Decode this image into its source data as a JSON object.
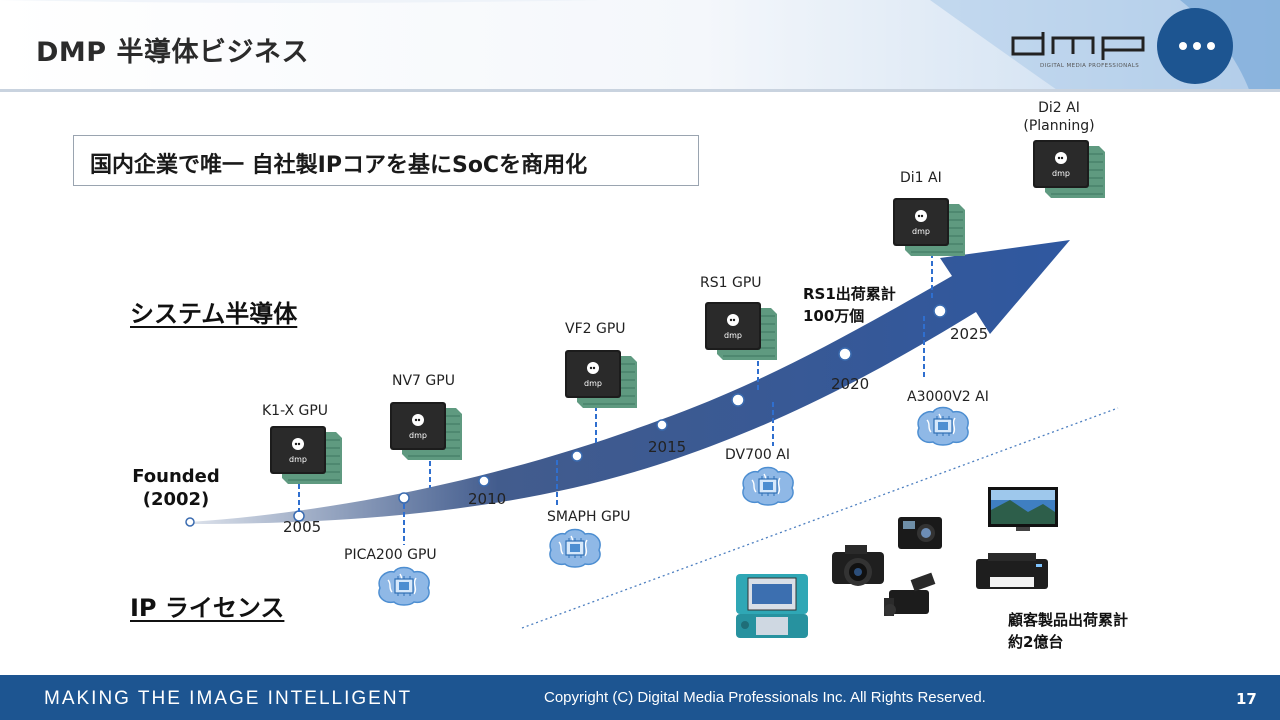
{
  "header": {
    "title": "DMP 半導体ビジネス",
    "logo_text": "DMP",
    "logo_subtitle": "DIGITAL MEDIA PROFESSIONALS"
  },
  "tagline": "国内企業で唯一 自社製IPコアを基にSoCを商用化",
  "sections": {
    "system_semiconductor": "システム半導体",
    "ip_license": "IP ライセンス"
  },
  "founded": {
    "line1": "Founded",
    "line2": "(2002)"
  },
  "years": [
    "2005",
    "2010",
    "2015",
    "2020",
    "2025"
  ],
  "chips": {
    "k1x": "K1-X GPU",
    "nv7": "NV7 GPU",
    "vf2": "VF2 GPU",
    "rs1": "RS1 GPU",
    "di1": "Di1 AI",
    "di2_line1": "Di2 AI",
    "di2_line2": "(Planning)"
  },
  "ip_cores": {
    "pica200": "PICA200 GPU",
    "smaph": "SMAPH GPU",
    "dv700": "DV700 AI",
    "a3000v2": "A3000V2 AI"
  },
  "notes": {
    "rs1_line1": "RS1出荷累計",
    "rs1_line2": "100万個",
    "customer_line1": "顧客製品出荷累計",
    "customer_line2": "約2億台"
  },
  "footer": {
    "slogan": "MAKING THE IMAGE INTELLIGENT",
    "copyright": "Copyright (C) Digital Media Professionals Inc. All Rights Reserved.",
    "page_number": "17"
  },
  "colors": {
    "brand_blue": "#1d5591",
    "arrow_blue": "#2a4f8f",
    "chip_dark": "#1c1c1c",
    "pcb_green": "#5f9a80",
    "brain_blue": "#4d8ed1"
  },
  "icons": {
    "chip": "soc-chip-icon",
    "ip_core": "brain-chip-icon",
    "products": [
      "handheld-console-icon",
      "dslr-camera-icon",
      "action-camera-icon",
      "camcorder-icon",
      "tv-display-icon",
      "printer-icon"
    ]
  }
}
